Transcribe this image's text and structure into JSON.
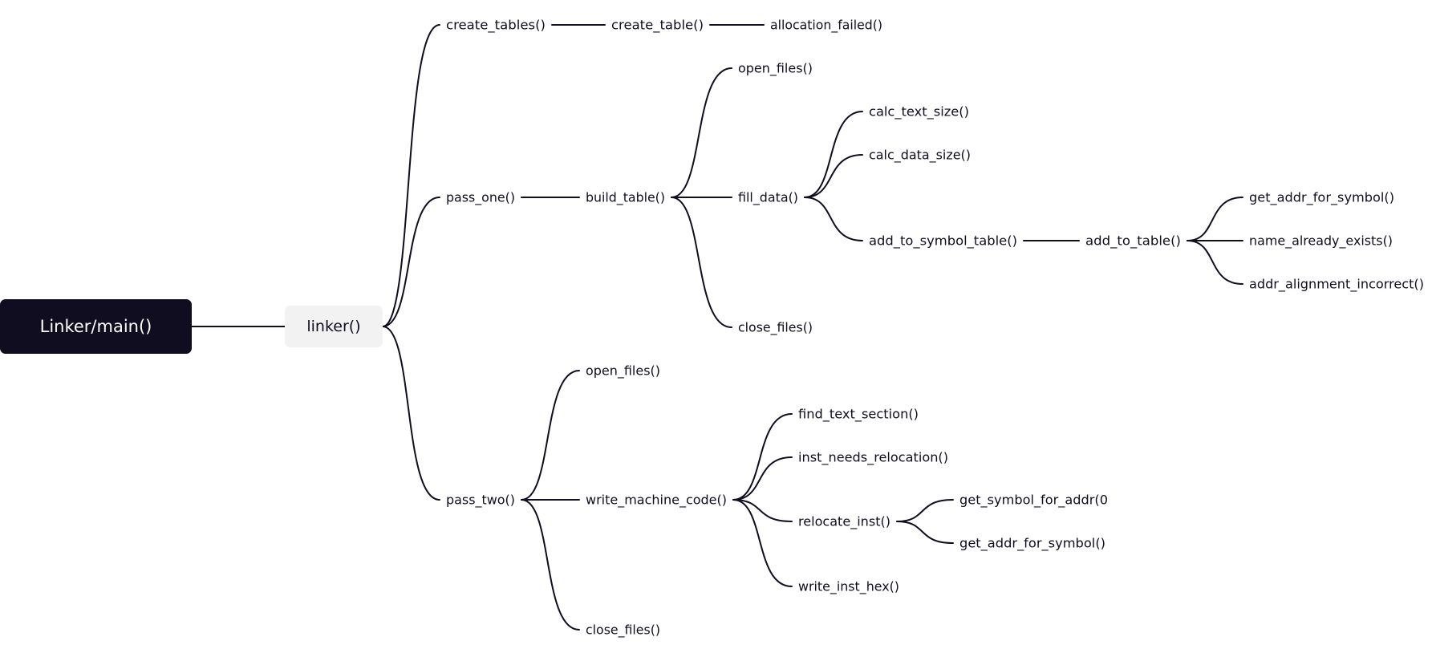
{
  "colors": {
    "line": "#0f0d1f",
    "root_bg": "#0f0d1f",
    "root_text": "#ffffff",
    "main_bg": "#f2f2f2",
    "text": "#0f0d1f"
  },
  "root": {
    "label": "Linker/main()",
    "children": [
      {
        "label": "linker()",
        "children": [
          {
            "label": "create_tables()",
            "children": [
              {
                "label": "create_table()",
                "children": [
                  {
                    "label": "allocation_failed()"
                  }
                ]
              }
            ]
          },
          {
            "label": "pass_one()",
            "children": [
              {
                "label": "build_table()",
                "children": [
                  {
                    "label": "open_files()"
                  },
                  {
                    "label": "fill_data()",
                    "children": [
                      {
                        "label": "calc_text_size()"
                      },
                      {
                        "label": "calc_data_size()"
                      },
                      {
                        "label": "add_to_symbol_table()",
                        "children": [
                          {
                            "label": "add_to_table()",
                            "children": [
                              {
                                "label": "get_addr_for_symbol()"
                              },
                              {
                                "label": "name_already_exists()"
                              },
                              {
                                "label": "addr_alignment_incorrect()"
                              }
                            ]
                          }
                        ]
                      }
                    ]
                  },
                  {
                    "label": "close_files()"
                  }
                ]
              }
            ]
          },
          {
            "label": "pass_two()",
            "children": [
              {
                "label": "open_files()"
              },
              {
                "label": "write_machine_code()",
                "children": [
                  {
                    "label": "find_text_section()"
                  },
                  {
                    "label": "inst_needs_relocation()"
                  },
                  {
                    "label": "relocate_inst()",
                    "children": [
                      {
                        "label": "get_symbol_for_addr(0"
                      },
                      {
                        "label": "get_addr_for_symbol()"
                      }
                    ]
                  },
                  {
                    "label": "write_inst_hex()"
                  }
                ]
              },
              {
                "label": "close_files()"
              }
            ]
          }
        ]
      }
    ]
  }
}
